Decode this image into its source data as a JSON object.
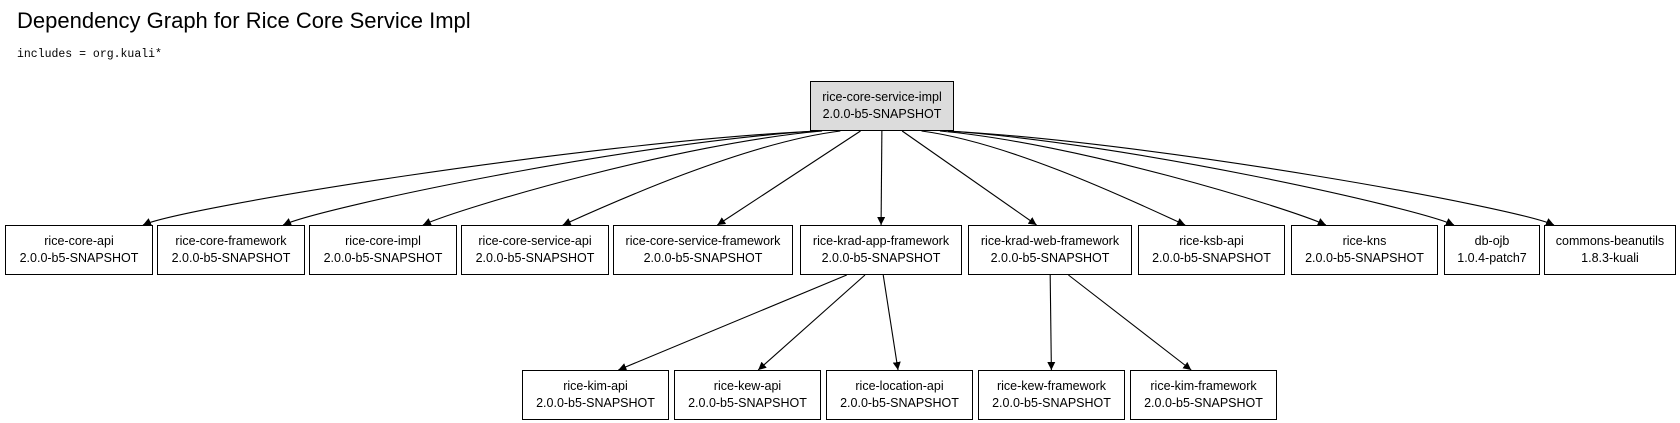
{
  "title": "Dependency Graph for Rice Core Service Impl",
  "subtitle": "includes = org.kuali*",
  "nodes": {
    "root": {
      "name": "rice-core-service-impl",
      "version": "2.0.0-b5-SNAPSHOT",
      "highlight": true
    },
    "c1": {
      "name": "rice-core-api",
      "version": "2.0.0-b5-SNAPSHOT"
    },
    "c2": {
      "name": "rice-core-framework",
      "version": "2.0.0-b5-SNAPSHOT"
    },
    "c3": {
      "name": "rice-core-impl",
      "version": "2.0.0-b5-SNAPSHOT"
    },
    "c4": {
      "name": "rice-core-service-api",
      "version": "2.0.0-b5-SNAPSHOT"
    },
    "c5": {
      "name": "rice-core-service-framework",
      "version": "2.0.0-b5-SNAPSHOT"
    },
    "c6": {
      "name": "rice-krad-app-framework",
      "version": "2.0.0-b5-SNAPSHOT"
    },
    "c7": {
      "name": "rice-krad-web-framework",
      "version": "2.0.0-b5-SNAPSHOT"
    },
    "c8": {
      "name": "rice-ksb-api",
      "version": "2.0.0-b5-SNAPSHOT"
    },
    "c9": {
      "name": "rice-kns",
      "version": "2.0.0-b5-SNAPSHOT"
    },
    "c10": {
      "name": "db-ojb",
      "version": "1.0.4-patch7"
    },
    "c11": {
      "name": "commons-beanutils",
      "version": "1.8.3-kuali"
    },
    "g1": {
      "name": "rice-kim-api",
      "version": "2.0.0-b5-SNAPSHOT"
    },
    "g2": {
      "name": "rice-kew-api",
      "version": "2.0.0-b5-SNAPSHOT"
    },
    "g3": {
      "name": "rice-location-api",
      "version": "2.0.0-b5-SNAPSHOT"
    },
    "g4": {
      "name": "rice-kew-framework",
      "version": "2.0.0-b5-SNAPSHOT"
    },
    "g5": {
      "name": "rice-kim-framework",
      "version": "2.0.0-b5-SNAPSHOT"
    }
  },
  "edges": [
    [
      "root",
      "c1"
    ],
    [
      "root",
      "c2"
    ],
    [
      "root",
      "c3"
    ],
    [
      "root",
      "c4"
    ],
    [
      "root",
      "c5"
    ],
    [
      "root",
      "c6"
    ],
    [
      "root",
      "c7"
    ],
    [
      "root",
      "c8"
    ],
    [
      "root",
      "c9"
    ],
    [
      "root",
      "c10"
    ],
    [
      "root",
      "c11"
    ],
    [
      "c6",
      "g1"
    ],
    [
      "c6",
      "g2"
    ],
    [
      "c6",
      "g3"
    ],
    [
      "c7",
      "g4"
    ],
    [
      "c7",
      "g5"
    ]
  ]
}
